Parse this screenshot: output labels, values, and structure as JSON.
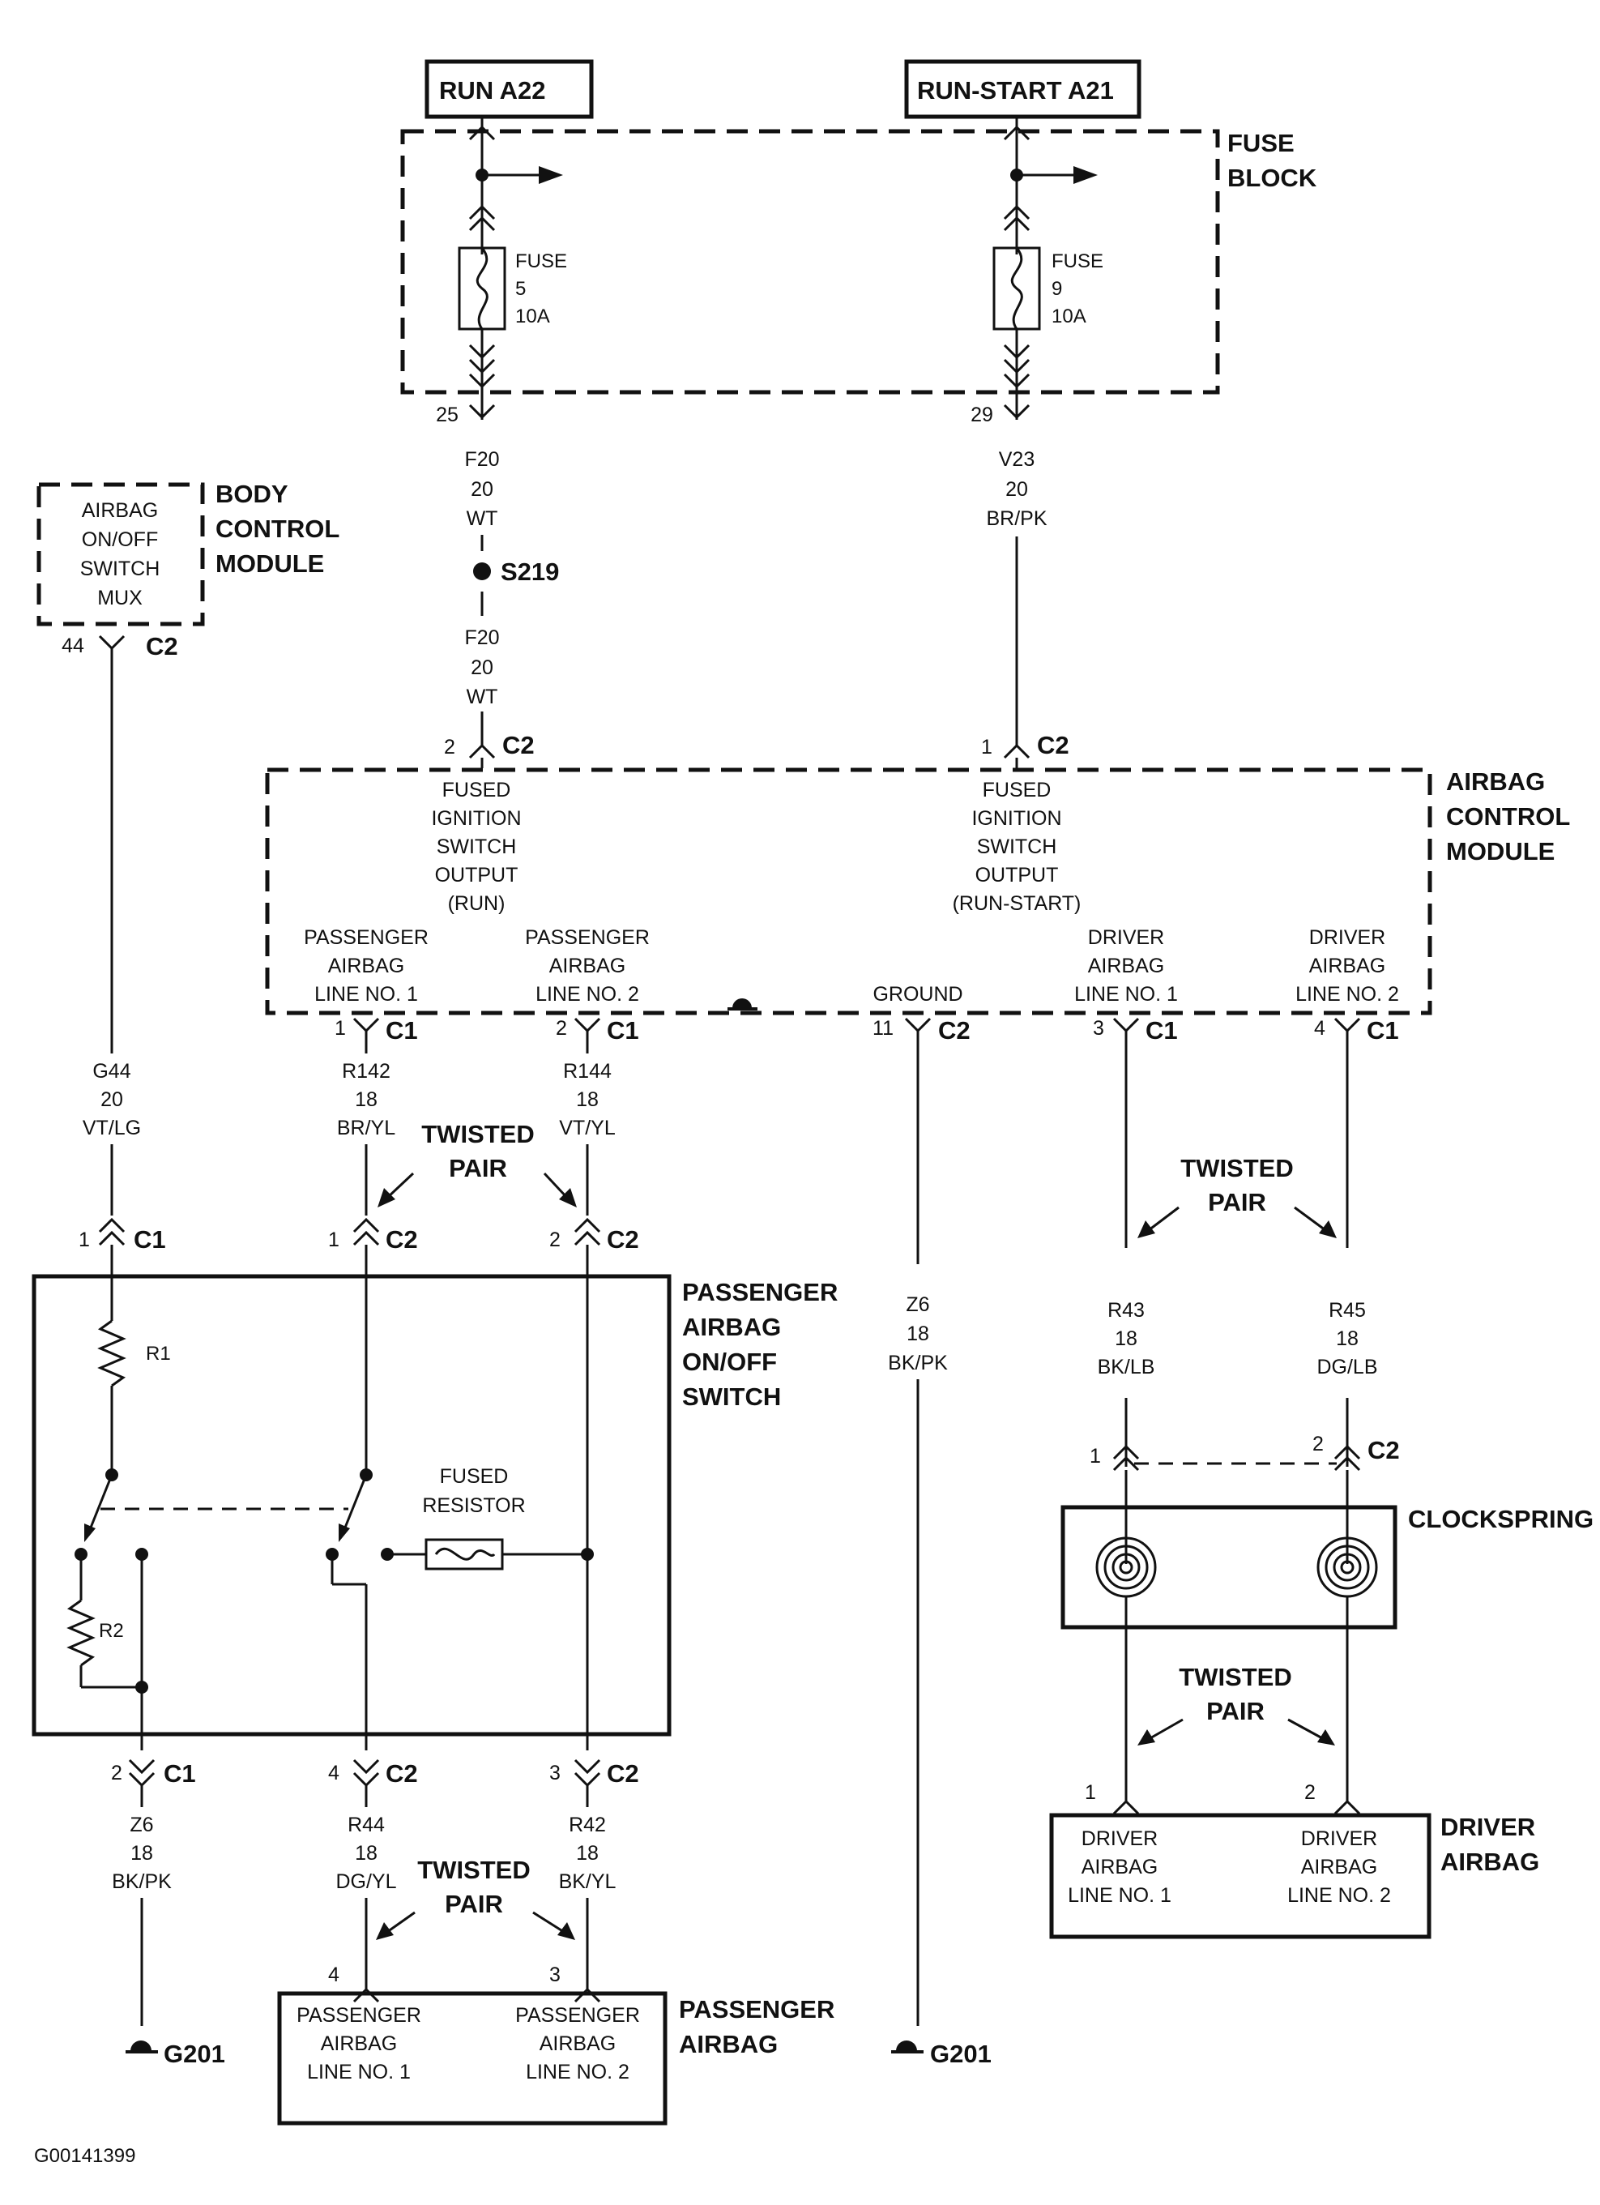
{
  "top_labels": {
    "run": "RUN A22",
    "run_start": "RUN-START A21"
  },
  "fuse_block": {
    "title_line1": "FUSE",
    "title_line2": "BLOCK",
    "fuse_a": {
      "l1": "FUSE",
      "l2": "5",
      "l3": "10A",
      "pin": "25"
    },
    "fuse_b": {
      "l1": "FUSE",
      "l2": "9",
      "l3": "10A",
      "pin": "29"
    }
  },
  "wires": {
    "f20_top": {
      "l1": "F20",
      "l2": "20",
      "l3": "WT"
    },
    "f20_bot": {
      "l1": "F20",
      "l2": "20",
      "l3": "WT"
    },
    "v23": {
      "l1": "V23",
      "l2": "20",
      "l3": "BR/PK"
    },
    "g44": {
      "l1": "G44",
      "l2": "20",
      "l3": "VT/LG"
    },
    "r142": {
      "l1": "R142",
      "l2": "18",
      "l3": "BR/YL"
    },
    "r144": {
      "l1": "R144",
      "l2": "18",
      "l3": "VT/YL"
    },
    "z6_mid": {
      "l1": "Z6",
      "l2": "18",
      "l3": "BK/PK"
    },
    "r43": {
      "l1": "R43",
      "l2": "18",
      "l3": "BK/LB"
    },
    "r45": {
      "l1": "R45",
      "l2": "18",
      "l3": "DG/LB"
    },
    "z6_left": {
      "l1": "Z6",
      "l2": "18",
      "l3": "BK/PK"
    },
    "r44": {
      "l1": "R44",
      "l2": "18",
      "l3": "DG/YL"
    },
    "r42": {
      "l1": "R42",
      "l2": "18",
      "l3": "BK/YL"
    }
  },
  "splice": "S219",
  "bcm": {
    "inner": [
      "AIRBAG",
      "ON/OFF",
      "SWITCH",
      "MUX"
    ],
    "title": [
      "BODY",
      "CONTROL",
      "MODULE"
    ],
    "pin": "44",
    "conn": "C2"
  },
  "acm": {
    "title": [
      "AIRBAG",
      "CONTROL",
      "MODULE"
    ],
    "in_run": {
      "pin": "2",
      "conn": "C2",
      "lines": [
        "FUSED",
        "IGNITION",
        "SWITCH",
        "OUTPUT",
        "(RUN)"
      ]
    },
    "in_runstart": {
      "pin": "1",
      "conn": "C2",
      "lines": [
        "FUSED",
        "IGNITION",
        "SWITCH",
        "OUTPUT",
        "(RUN-START)"
      ]
    },
    "pass1": {
      "lines": [
        "PASSENGER",
        "AIRBAG",
        "LINE NO. 1"
      ],
      "pin": "1",
      "conn": "C1"
    },
    "pass2": {
      "lines": [
        "PASSENGER",
        "AIRBAG",
        "LINE NO. 2"
      ],
      "pin": "2",
      "conn": "C1"
    },
    "ground": {
      "label": "GROUND",
      "pin": "11",
      "conn": "C2"
    },
    "drv1": {
      "lines": [
        "DRIVER",
        "AIRBAG",
        "LINE NO. 1"
      ],
      "pin": "3",
      "conn": "C1"
    },
    "drv2": {
      "lines": [
        "DRIVER",
        "AIRBAG",
        "LINE NO. 2"
      ],
      "pin": "4",
      "conn": "C1"
    }
  },
  "twisted_pair": {
    "l1": "TWISTED",
    "l2": "PAIR"
  },
  "pass_switch": {
    "title": [
      "PASSENGER",
      "AIRBAG",
      "ON/OFF",
      "SWITCH"
    ],
    "r1": "R1",
    "r2": "R2",
    "fused_resistor": [
      "FUSED",
      "RESISTOR"
    ],
    "top_pins": [
      {
        "pin": "1",
        "conn": "C1"
      },
      {
        "pin": "1",
        "conn": "C2"
      },
      {
        "pin": "2",
        "conn": "C2"
      }
    ],
    "bot_pins": [
      {
        "pin": "2",
        "conn": "C1"
      },
      {
        "pin": "4",
        "conn": "C2"
      },
      {
        "pin": "3",
        "conn": "C2"
      }
    ]
  },
  "clockspring": {
    "title": "CLOCKSPRING",
    "pin_l": "1",
    "pin_r": "2",
    "conn": "C2"
  },
  "driver_airbag": {
    "title": [
      "DRIVER",
      "AIRBAG"
    ],
    "pin_l": "1",
    "pin_r": "2",
    "line1": [
      "DRIVER",
      "AIRBAG",
      "LINE NO. 1"
    ],
    "line2": [
      "DRIVER",
      "AIRBAG",
      "LINE NO. 2"
    ]
  },
  "passenger_airbag": {
    "title": [
      "PASSENGER",
      "AIRBAG"
    ],
    "pin_l": "4",
    "pin_r": "3",
    "line1": [
      "PASSENGER",
      "AIRBAG",
      "LINE NO. 1"
    ],
    "line2": [
      "PASSENGER",
      "AIRBAG",
      "LINE NO. 2"
    ]
  },
  "grounds": {
    "left": "G201",
    "mid": "G201"
  },
  "figure_id": "G00141399"
}
